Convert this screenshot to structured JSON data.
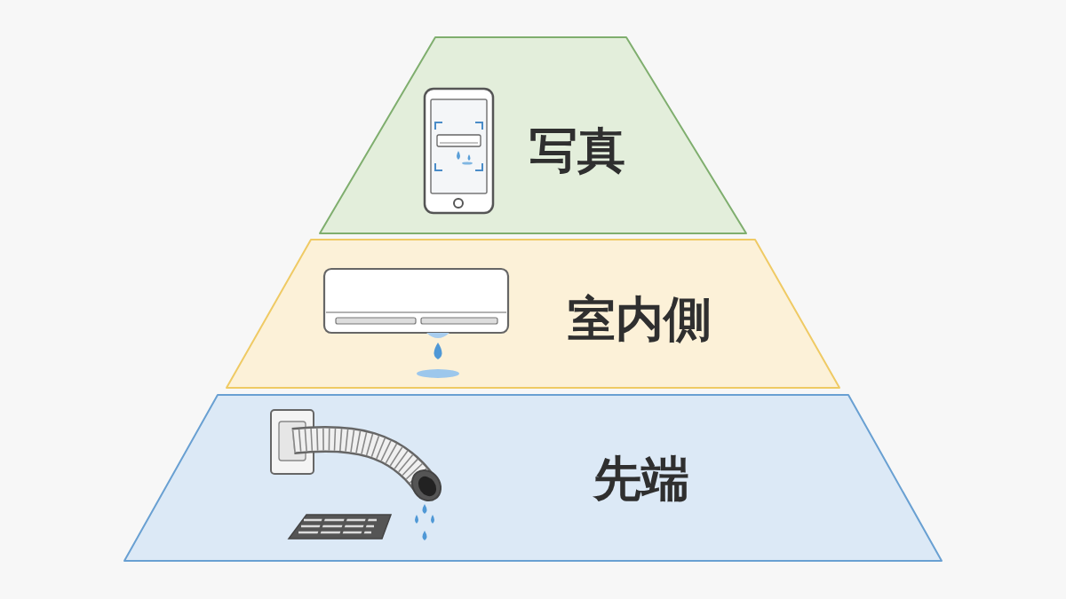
{
  "diagram": {
    "nodes": [
      {
        "text": [
          "写真"
        ]
      },
      {
        "text": [
          "室内側"
        ]
      },
      {
        "text": [
          "先端"
        ]
      }
    ]
  }
}
